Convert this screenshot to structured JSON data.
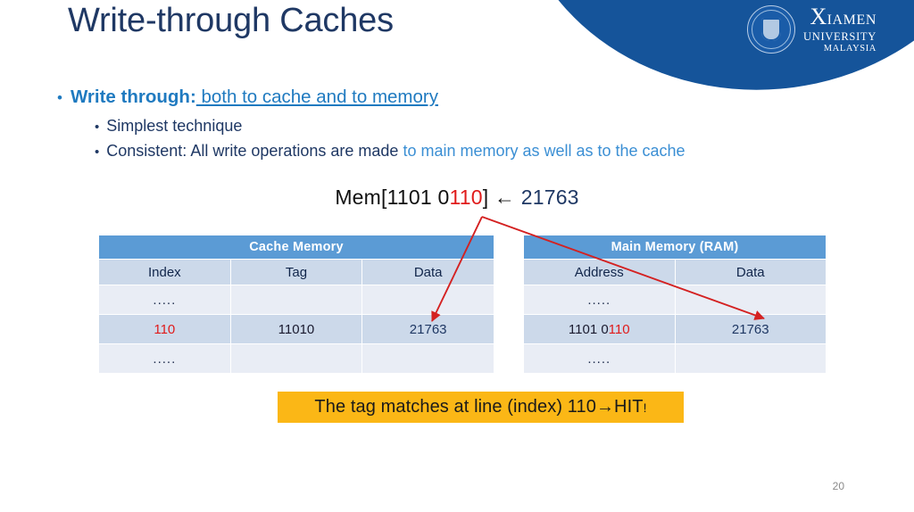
{
  "slide": {
    "title": "Write-through Caches",
    "page_number": "20"
  },
  "branding": {
    "logo_seal_icon": "university-seal-icon",
    "name_first_letter": "X",
    "name_rest": "IAMEN",
    "line2": "UNIVERSITY",
    "line3": "MALAYSIA",
    "banner_color": "#15549a"
  },
  "bullets": {
    "main": {
      "marker": "•",
      "bold_part": "Write through:",
      "underlined_part": " both to cache and to memory"
    },
    "sub_items": [
      {
        "marker": "•",
        "text": "Simplest technique",
        "accent": ""
      },
      {
        "marker": "•",
        "text": "Consistent: All write operations are made ",
        "accent": "to main memory as well as to the cache"
      }
    ]
  },
  "expression": {
    "prefix": "Mem[1101 0",
    "highlight": "110",
    "suffix": "]",
    "arrow": "←",
    "value": "21763"
  },
  "cache_table": {
    "title": "Cache Memory",
    "columns": [
      "Index",
      "Tag",
      "Data"
    ],
    "rows": [
      {
        "index": ".....",
        "index_red": "",
        "tag": "",
        "data": ""
      },
      {
        "index": "",
        "index_red": "110",
        "tag": "11010",
        "data": "21763"
      },
      {
        "index": ".....",
        "index_red": "",
        "tag": "",
        "data": ""
      }
    ]
  },
  "ram_table": {
    "title": "Main Memory (RAM)",
    "columns": [
      "Address",
      "Data"
    ],
    "rows": [
      {
        "addr_dark": ".....",
        "addr_red": "",
        "data": ""
      },
      {
        "addr_dark": "1101 0",
        "addr_red": "110",
        "data": "21763"
      },
      {
        "addr_dark": ".....",
        "addr_red": "",
        "data": ""
      }
    ]
  },
  "hit_banner": {
    "text": "The tag matches at line (index) 110→HIT",
    "exclamation": "!",
    "background": "#fbb716"
  },
  "colors": {
    "title": "#1f3864",
    "accent_blue": "#1f7ac0",
    "light_blue": "#3b8fd4",
    "red": "#e01b1b",
    "table_header": "#5b9bd5",
    "row_light": "#e9edf5",
    "row_dark": "#ccd9ea"
  }
}
